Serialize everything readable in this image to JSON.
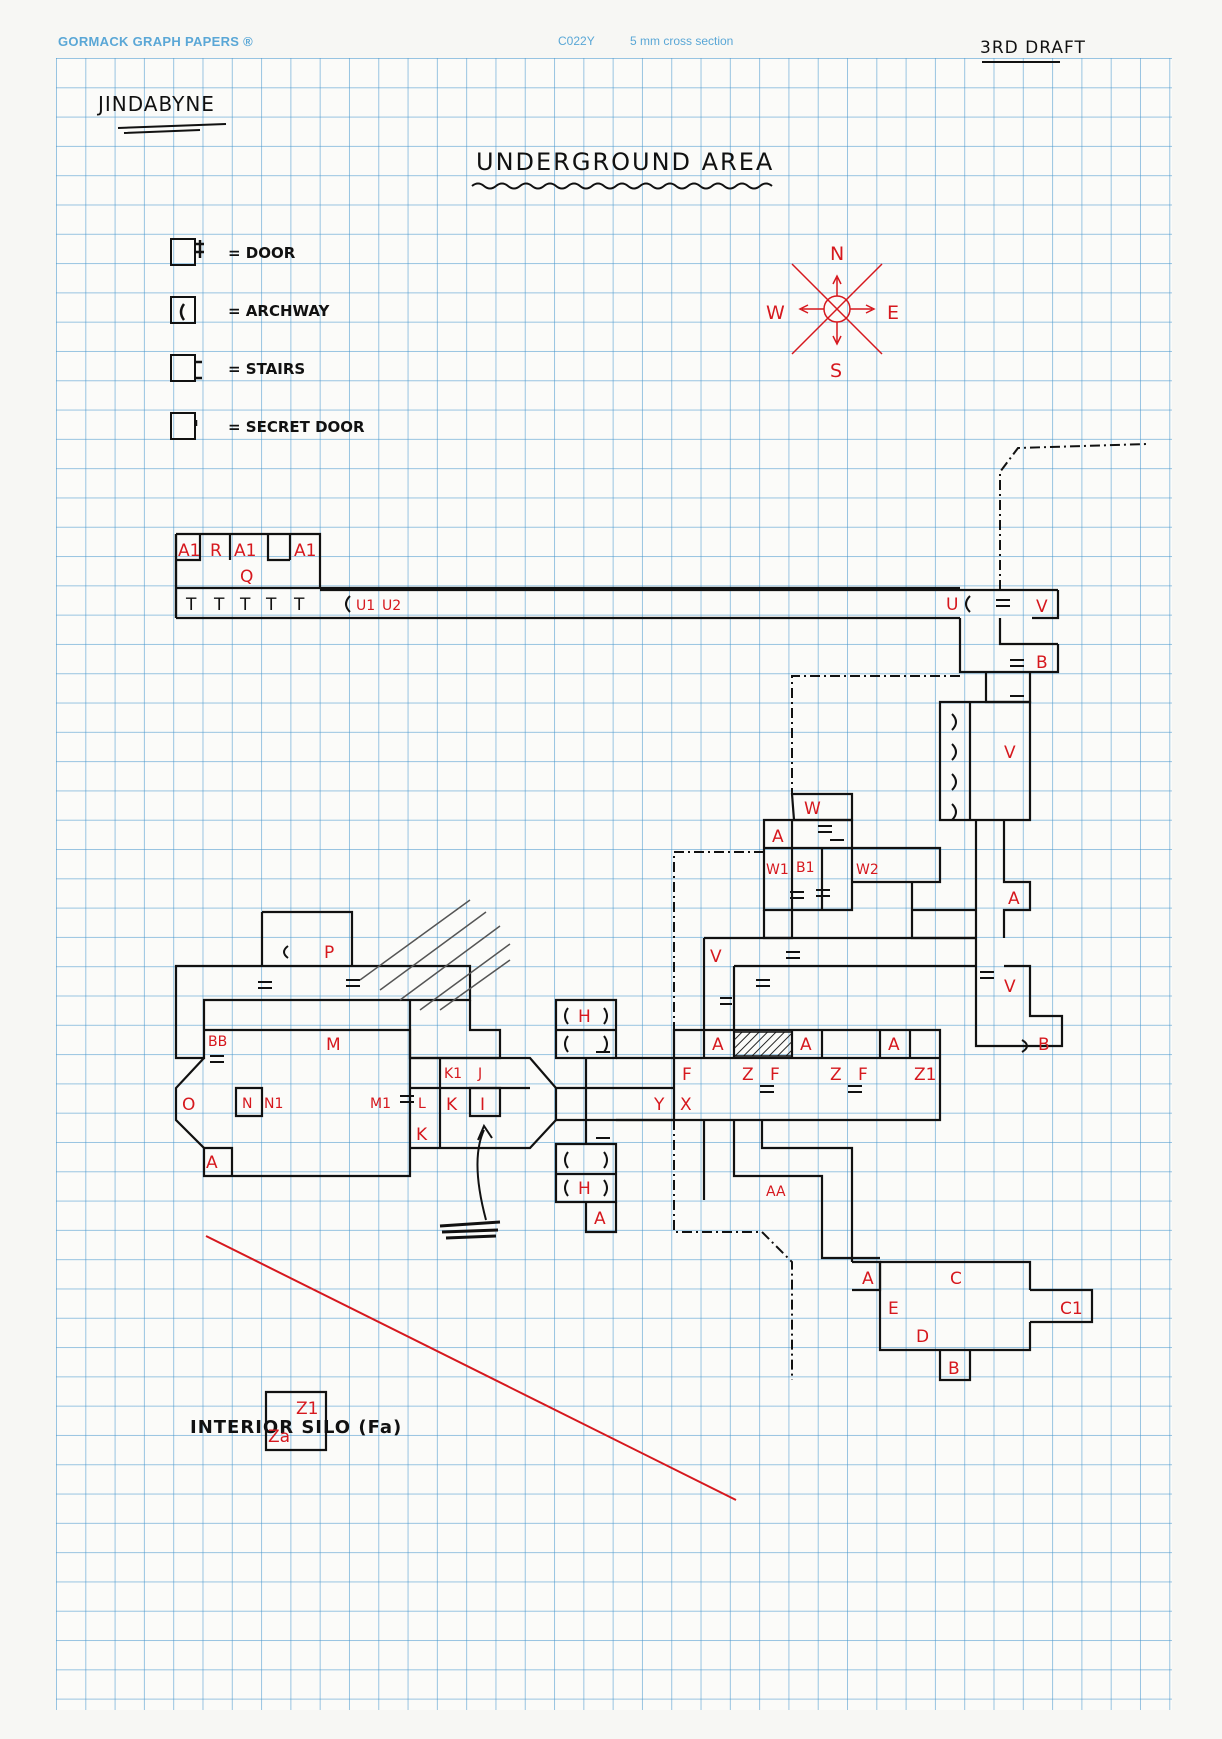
{
  "paper": {
    "brand": "GORMACK GRAPH PAPERS ®",
    "code": "C022Y",
    "section": "5 mm cross section"
  },
  "draft": "3RD DRAFT",
  "place": "JINDABYNE",
  "title": "UNDERGROUND AREA",
  "legend": [
    {
      "icon": "door-symbol",
      "label": "= DOOR"
    },
    {
      "icon": "archway-symbol",
      "label": "= ARCHWAY"
    },
    {
      "icon": "stairs-symbol",
      "label": "= STAIRS"
    },
    {
      "icon": "secret-door-symbol",
      "label": "= SECRET DOOR"
    }
  ],
  "compass": {
    "north": "N",
    "south": "S",
    "east": "E",
    "west": "W"
  },
  "rooms": {
    "a1_1": "A1",
    "r": "R",
    "a1_2": "A1",
    "a1_3": "A1",
    "q": "Q",
    "t1": "T",
    "t2": "T",
    "t3": "T",
    "t4": "T",
    "t5": "T",
    "u1": "U1",
    "u2": "U2",
    "u": "U",
    "v1": "V",
    "b1": "B",
    "v2": "V",
    "w": "W",
    "a_w": "A",
    "w1": "W1",
    "b1_w": "B1",
    "w2": "W2",
    "a_e": "A",
    "v3": "V",
    "v4": "V",
    "b2": "B",
    "p": "P",
    "bb": "BB",
    "m": "M",
    "o": "O",
    "n": "N",
    "n1": "N1",
    "a_sw": "A",
    "m1": "M1",
    "l": "L",
    "k1": "K1",
    "j": "J",
    "k_top": "K",
    "i": "I",
    "k_bot": "K",
    "h1": "H",
    "h2": "H",
    "a_h": "A",
    "y": "Y",
    "x": "X",
    "a_g1": "A",
    "a_g2": "A",
    "a_g3": "A",
    "f1": "F",
    "z_1": "Z",
    "f2": "F",
    "z_2": "Z",
    "f3": "F",
    "z1": "Z1",
    "aa": "AA",
    "a_c": "A",
    "c": "C",
    "c1": "C1",
    "e": "E",
    "d": "D",
    "b3": "B",
    "silo_z1": "Z1",
    "silo_za": "Za"
  },
  "silo_title": "INTERIOR SILO (Fa)",
  "colors": {
    "ink": "#111111",
    "red": "#d6181e",
    "grid": "#4696cd"
  }
}
